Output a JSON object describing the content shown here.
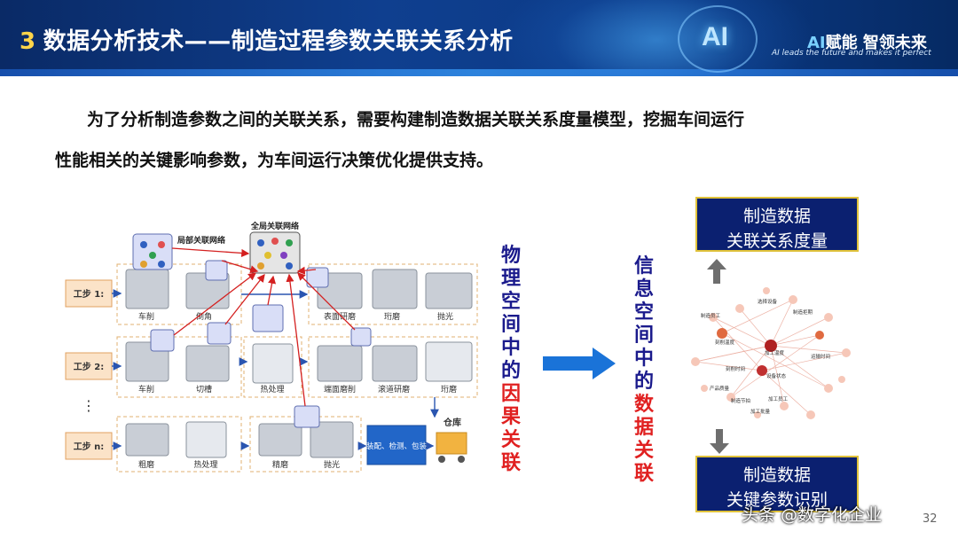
{
  "header": {
    "title_num": "3",
    "title": "数据分析技术——制造过程参数关联关系分析",
    "ai_badge": "AI",
    "brand_ai": "AI",
    "brand_text": "赋能 智领未来",
    "brand_sub": "AI leads the future and makes it perfect"
  },
  "intro": {
    "line1": "为了分析制造参数之间的关联关系，需要构建制造数据关联关系度量模型，挖掘车间运行",
    "line2": "性能相关的关键影响参数，为车间运行决策优化提供支持。"
  },
  "diagram": {
    "local_network": "局部关联网络",
    "global_network": "全局关联网络",
    "steps": [
      "工步 1:",
      "工步 2:",
      "工步 n:"
    ],
    "ellipsis": "⋮",
    "row1": [
      "车削",
      "倒角",
      "表面研磨",
      "珩磨",
      "抛光"
    ],
    "row2": [
      "车削",
      "切槽",
      "热处理",
      "端面磨削",
      "滚道研磨",
      "珩磨"
    ],
    "row3": [
      "粗磨",
      "热处理",
      "精磨",
      "抛光"
    ],
    "assembly": "装配、检测、包装",
    "warehouse": "仓库"
  },
  "physical": {
    "blue": "物理空间中的",
    "red": "因果关联"
  },
  "info": {
    "blue": "信息空间中的",
    "red": "数据关联"
  },
  "box_top": {
    "line1": "制造数据",
    "line2": "关联关系度量"
  },
  "box_bottom": {
    "line1": "制造数据",
    "line2": "关键参数识别"
  },
  "graph_labels": [
    "选择设备",
    "制造拒期",
    "制造员工",
    "刻削温度",
    "加工温度",
    "运输时间",
    "刻削时间",
    "设备状态",
    "产品质量",
    "制造节拍",
    "加工员工",
    "加工批量"
  ],
  "watermark": "头条 @数字化企业",
  "page_number": "32"
}
